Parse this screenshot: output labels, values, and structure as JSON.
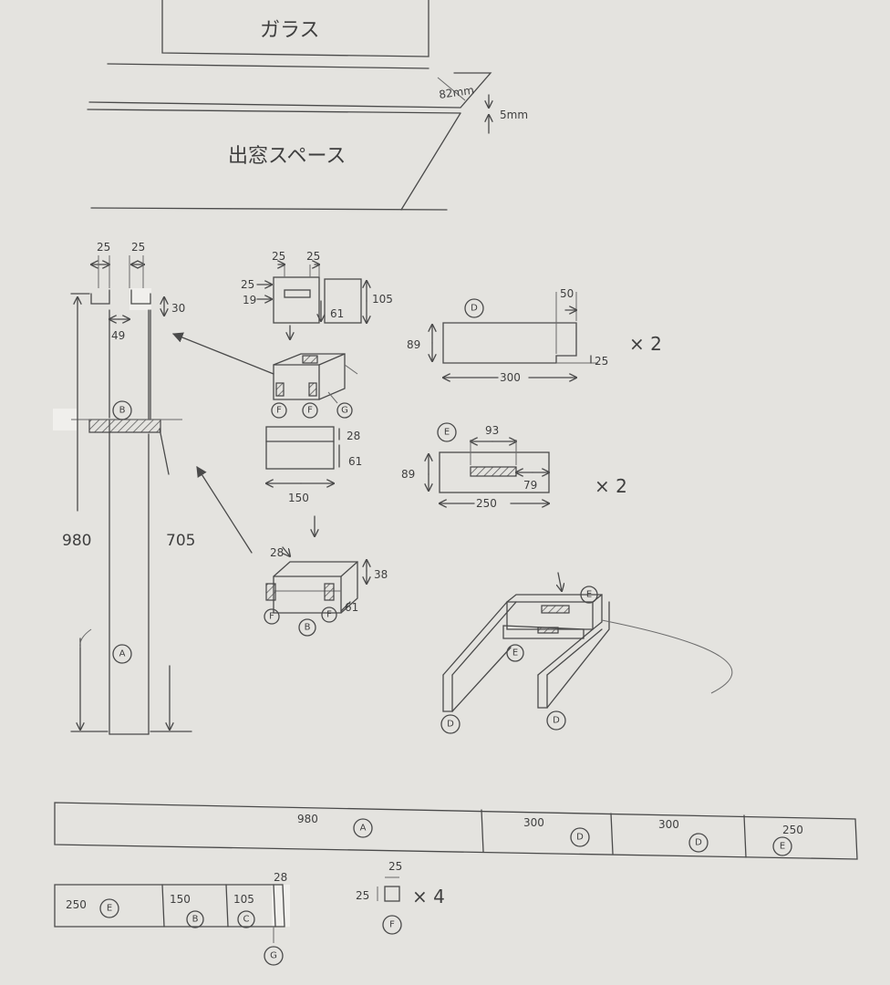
{
  "top": {
    "glass_label": "ガラス",
    "bay_window_label": "出窓スペース",
    "dim_82": "82mm",
    "dim_5": "5mm"
  },
  "front": {
    "dim_25_left": "25",
    "dim_25_right": "25",
    "dim_30": "30",
    "dim_49": "49",
    "dim_980": "980",
    "dim_705": "705",
    "label_B": "B",
    "label_A": "A"
  },
  "bracket": {
    "dim_25a": "25",
    "dim_25b": "25",
    "dim_25c": "25",
    "dim_19": "19",
    "dim_61": "61",
    "dim_105": "105",
    "label_F1": "F",
    "label_F2": "F",
    "label_G": "G"
  },
  "rail": {
    "dim_28": "28",
    "dim_61": "61",
    "dim_150": "150"
  },
  "frame": {
    "dim_28": "28",
    "dim_38": "38",
    "dim_61": "61",
    "label_F1": "F",
    "label_B": "B",
    "label_F2": "F"
  },
  "partD": {
    "label": "D",
    "dim_50": "50",
    "dim_89": "89",
    "dim_300": "300",
    "dim_25": "25",
    "qty": "× 2"
  },
  "partE": {
    "label": "E",
    "dim_93": "93",
    "dim_89": "89",
    "dim_79": "79",
    "dim_250": "250",
    "qty": "× 2"
  },
  "assembly": {
    "label_E1": "E",
    "label_E2": "E",
    "label_D1": "D",
    "label_D2": "D"
  },
  "cut1": {
    "s1_len": "980",
    "s1_label": "A",
    "s2_len": "300",
    "s2_label": "D",
    "s3_len": "300",
    "s3_label": "D",
    "s4_len": "250",
    "s4_label": "E"
  },
  "cut2": {
    "s1_len": "250",
    "s1_label": "E",
    "s2_len": "150",
    "s2_label": "B",
    "s3_len": "105",
    "s3_label": "C",
    "s4_len": "28",
    "s4_label": "G"
  },
  "cubeF": {
    "dim_w": "25",
    "dim_h": "25",
    "label": "F",
    "qty": "× 4"
  }
}
